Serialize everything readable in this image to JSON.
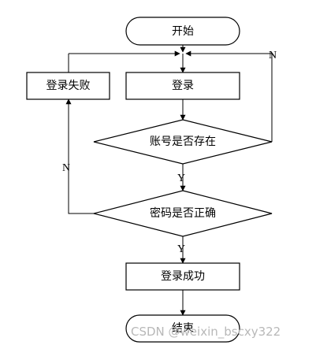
{
  "nodes": {
    "start": "开始",
    "login": "登录",
    "login_failed": "登录失败",
    "check_account": "账号是否存在",
    "check_password": "密码是否正确",
    "login_success": "登录成功",
    "end": "结束"
  },
  "edges": {
    "account_no": "N",
    "account_yes": "Y",
    "password_no": "N",
    "password_yes": "Y"
  },
  "watermark": "CSDN @weixin_bscxy322"
}
